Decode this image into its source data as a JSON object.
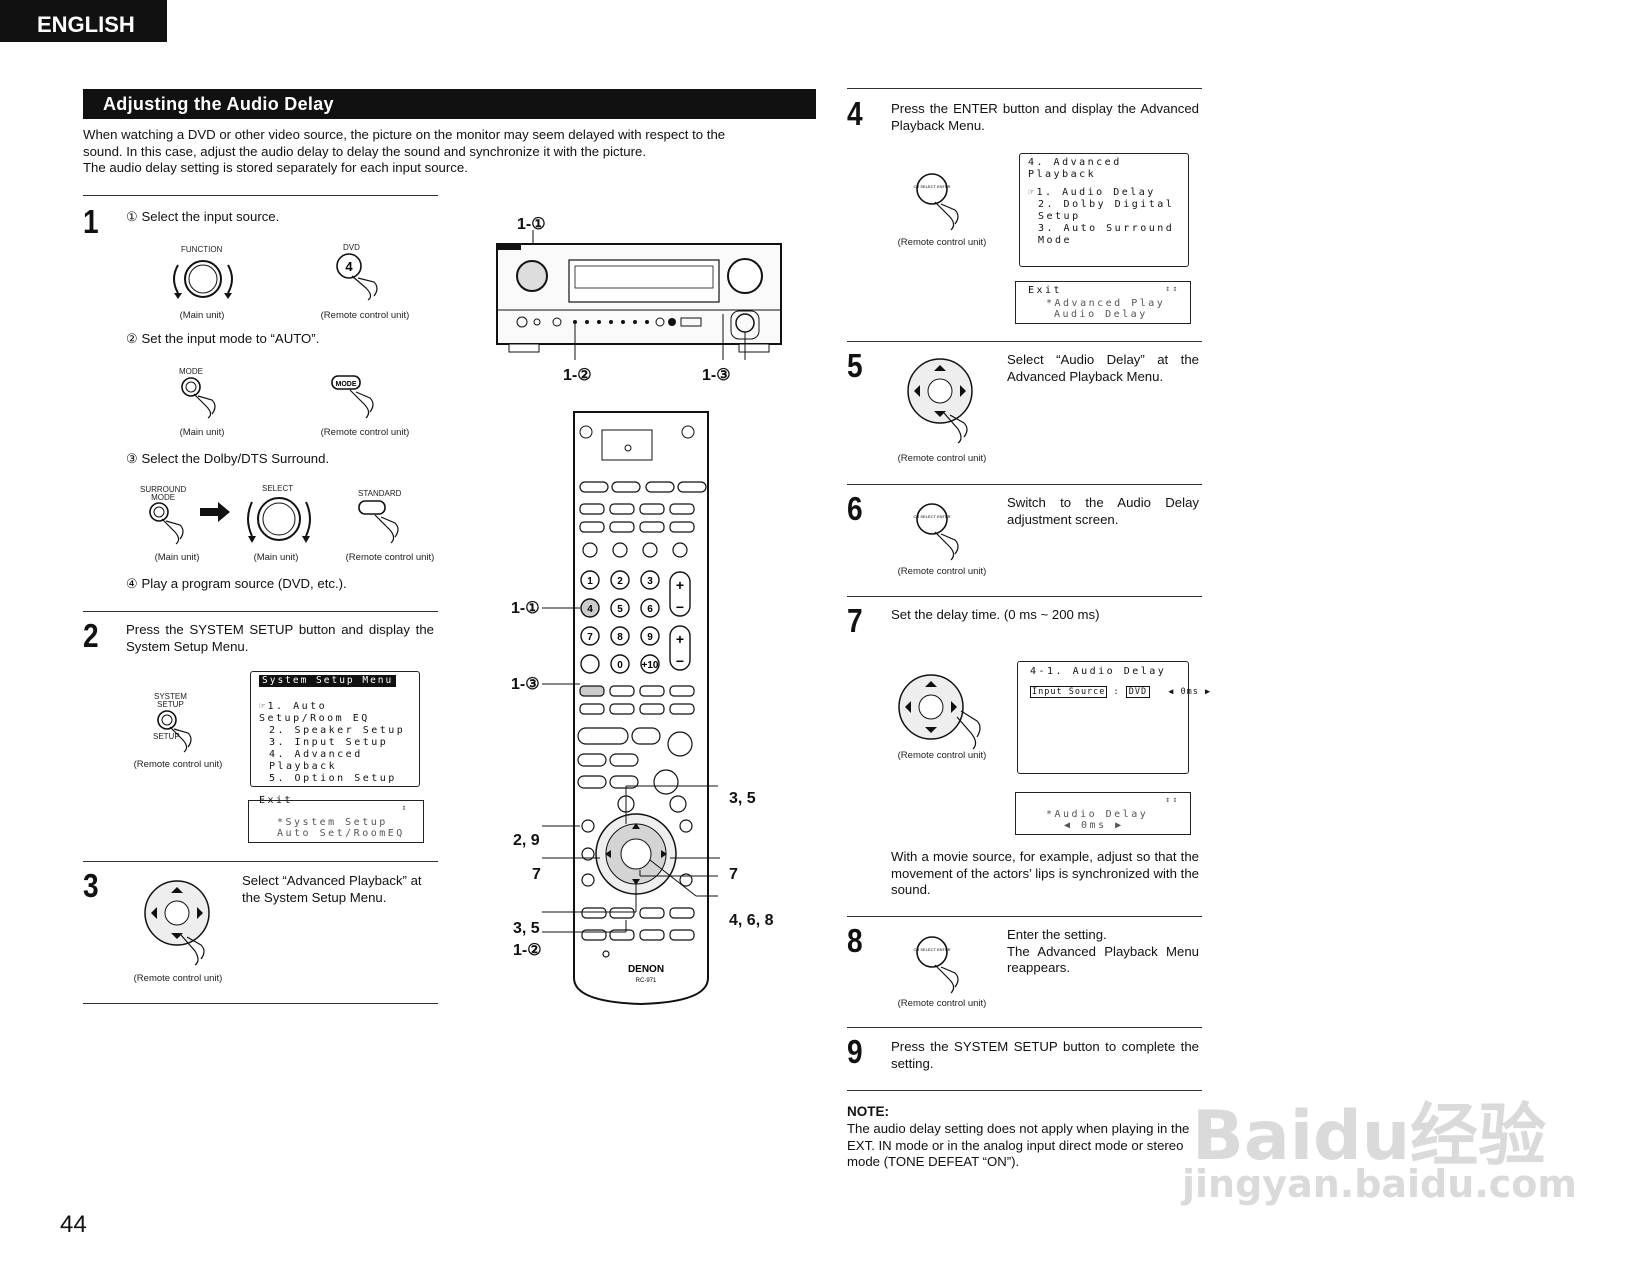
{
  "header": {
    "language": "ENGLISH"
  },
  "section": {
    "title": "Adjusting the Audio Delay",
    "intro_lines": [
      "When watching a DVD or other video source, the picture on the monitor may seem delayed with respect to the",
      "sound. In this case, adjust the audio delay to delay the sound and synchronize it with the picture.",
      "The audio delay setting is stored separately for each input source."
    ]
  },
  "labels": {
    "main_unit": "(Main unit)",
    "remote": "(Remote control unit)",
    "function": "FUNCTION",
    "dvd": "DVD",
    "mode": "MODE",
    "surround_mode_1": "SURROUND",
    "surround_mode_2": "MODE",
    "select": "SELECT",
    "standard": "STANDARD",
    "system_setup_1": "SYSTEM",
    "system_setup_2": "SETUP",
    "setup": "SETUP",
    "key_4": "4",
    "enter_key": "CH SELECT ENTER",
    "brand": "DENON",
    "model": "RC-971"
  },
  "step1": {
    "number": "1",
    "sub1": "① Select the input source.",
    "sub2": "② Set the input mode to “AUTO”.",
    "sub3": "③ Select the Dolby/DTS Surround.",
    "sub4": "④ Play a program source (DVD, etc.)."
  },
  "step2": {
    "number": "2",
    "text": "Press the SYSTEM SETUP button and display the System Setup Menu.",
    "osd_title": "System Setup Menu",
    "osd_items": [
      "☞1. Auto Setup/Room EQ",
      "2. Speaker Setup",
      "3. Input Setup",
      "4. Advanced Playback",
      "5. Option Setup"
    ],
    "osd_exit": "Exit",
    "fl_corner": "↕",
    "fl_line1": "*System Setup",
    "fl_line2": "Auto Set/RoomEQ"
  },
  "step3": {
    "number": "3",
    "text": "Select “Advanced Playback” at the System Setup Menu."
  },
  "step4": {
    "number": "4",
    "text": "Press the ENTER button and display the Advanced Playback Menu.",
    "osd_title": "4. Advanced Playback",
    "osd_items": [
      "☞1. Audio Delay",
      "2. Dolby Digital Setup",
      "3. Auto Surround Mode"
    ],
    "osd_exit": "Exit",
    "fl_corner": "↕↕",
    "fl_line1": "*Advanced Play",
    "fl_line2": "Audio Delay"
  },
  "step5": {
    "number": "5",
    "text": "Select “Audio Delay” at the Advanced Playback Menu."
  },
  "step6": {
    "number": "6",
    "text": "Switch to the Audio Delay adjustment screen."
  },
  "step7": {
    "number": "7",
    "text": "Set the delay time. (0 ms ~ 200 ms)",
    "osd_title": "4-1. Audio Delay",
    "osd_field": "Input Source",
    "osd_sep": ":",
    "osd_source": "DVD",
    "osd_value": "◀ 0ms ▶",
    "fl_corner": "↕↕",
    "fl_line1": "*Audio Delay",
    "fl_line2": "◀ 0ms ▶",
    "note": "With a movie source, for example, adjust so that the movement of the actors’ lips is synchronized with the sound."
  },
  "step8": {
    "number": "8",
    "text_line1": "Enter the setting.",
    "text_line2": "The Advanced Playback Menu reappears."
  },
  "step9": {
    "number": "9",
    "text": "Press the SYSTEM SETUP button to complete the setting."
  },
  "note": {
    "title": "NOTE:",
    "text": "The audio delay setting does not apply when playing in the EXT. IN mode or in the analog input direct mode or stereo mode (TONE DEFEAT “ON”)."
  },
  "callouts": {
    "c1_1_top": "1-①",
    "c1_2_top": "1-②",
    "c1_3_top": "1-③",
    "c1_1_remote": "1-①",
    "c1_3_remote": "1-③",
    "c3_5_top": "3, 5",
    "c2_9": "2, 9",
    "c7_left": "7",
    "c7_right": "7",
    "c3_5_bottom": "3, 5",
    "c4_6_8": "4, 6, 8",
    "c1_2_remote": "1-②"
  },
  "watermark": {
    "line1": "Baidu经验",
    "line2": "jingyan.baidu.com"
  },
  "page_number": "44"
}
